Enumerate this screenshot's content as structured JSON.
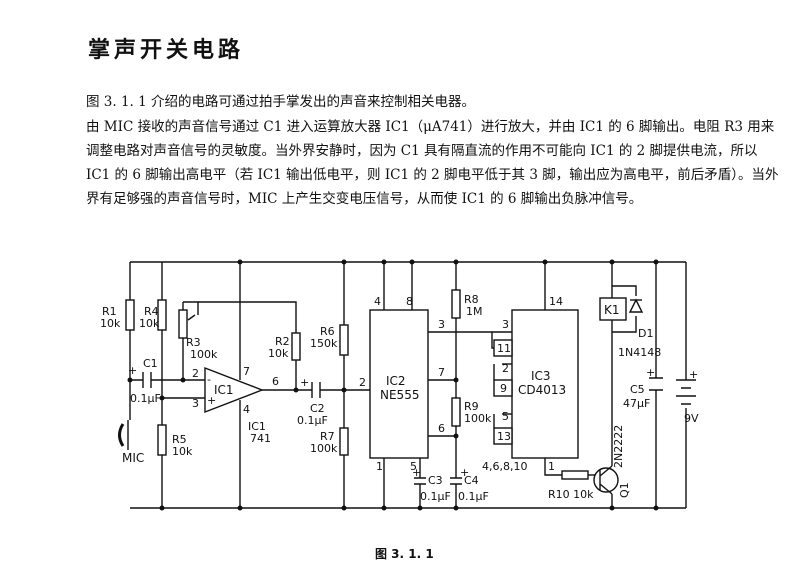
{
  "document": {
    "title": "掌声开关电路",
    "paragraph1": "图 3. 1. 1 介绍的电路可通过拍手掌发出的声音来控制相关电器。",
    "paragraph2": "由 MIC 接收的声音信号通过 C1 进入运算放大器 IC1（μA741）进行放大，并由 IC1 的 6 脚输出。电阻 R3 用来调整电路对声音信号的灵敏度。当外界安静时，因为 C1 具有隔直流的作用不可能向 IC1 的 2 脚提供电流，所以 IC1 的 6 脚输出高电平（若 IC1 输出低电平，则 IC1 的 2 脚电平低于其 3 脚，输出应为高电平，前后矛盾）。当外界有足够强的声音信号时，MIC 上产生交变电压信号，从而使 IC1 的 6 脚输出负脉冲信号。",
    "caption": "图 3. 1. 1"
  },
  "circuit": {
    "r1": [
      "R1",
      "10k"
    ],
    "r4": [
      "R4",
      "10k"
    ],
    "r3": [
      "R3",
      "100k"
    ],
    "r2": [
      "R2",
      "10k"
    ],
    "r6": [
      "R6",
      "150k"
    ],
    "r8": [
      "R8",
      "1M"
    ],
    "r9": [
      "R9",
      "100k"
    ],
    "r7": [
      "R7",
      "100k"
    ],
    "r5": [
      "R5",
      "10k"
    ],
    "r10": "R10 10k",
    "c1": [
      "C1",
      "0.1μF"
    ],
    "c2": [
      "C2",
      "0.1μF"
    ],
    "c3": [
      "C3",
      "0.1μF"
    ],
    "c4": [
      "C4",
      "0.1μF"
    ],
    "c5": [
      "C5",
      "47μF"
    ],
    "ic1": "IC1",
    "ic1_sub": [
      "IC1",
      "741"
    ],
    "ic2": [
      "IC2",
      "NE555"
    ],
    "ic3": [
      "IC3",
      "CD4013"
    ],
    "mic": "MIC",
    "k1": "K1",
    "d1": [
      "D1",
      "1N4148"
    ],
    "battery": "9V",
    "q1": [
      "Q1",
      "2N2222"
    ],
    "ic3_ground_pins": "4,6,8,10",
    "pins": {
      "ic1_2": "2",
      "ic1_3": "3",
      "ic1_7": "7",
      "ic1_4": "4",
      "ic1_6": "6",
      "ic2_4": "4",
      "ic2_8": "8",
      "ic2_2": "2",
      "ic2_3": "3",
      "ic2_7": "7",
      "ic2_6": "6",
      "ic2_1": "1",
      "ic2_5": "5",
      "ic3_14": "14",
      "ic3_3": "3",
      "ic3_11": "11",
      "ic3_2": "2",
      "ic3_9": "9",
      "ic3_5": "5",
      "ic3_13": "13",
      "ic3_1": "1"
    },
    "plus": "+",
    "minus": "-"
  }
}
